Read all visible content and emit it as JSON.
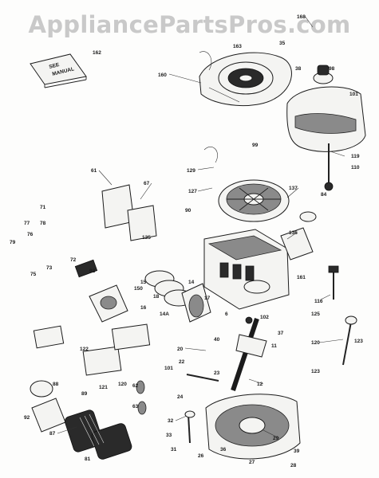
{
  "watermark": {
    "text": "AppliancePartsPros.com"
  },
  "manual": {
    "lines": [
      "SEE",
      "MANUAL"
    ]
  },
  "callouts": [
    "168",
    "162",
    "160",
    "163",
    "35",
    "38",
    "98",
    "99",
    "101",
    "119",
    "110",
    "129",
    "127",
    "137",
    "61",
    "67",
    "71",
    "77",
    "78",
    "79",
    "76",
    "75",
    "73",
    "72",
    "92",
    "150",
    "14",
    "136",
    "161",
    "90",
    "135",
    "15",
    "18",
    "16",
    "14A",
    "17",
    "116",
    "125",
    "120",
    "37",
    "123",
    "102",
    "11",
    "123",
    "20",
    "40",
    "6",
    "22",
    "23",
    "121",
    "122",
    "88",
    "89",
    "120",
    "101",
    "12",
    "32",
    "33",
    "31",
    "87",
    "81",
    "92",
    "39",
    "29",
    "27",
    "28",
    "36",
    "84",
    "26",
    "24",
    "62",
    "63"
  ]
}
